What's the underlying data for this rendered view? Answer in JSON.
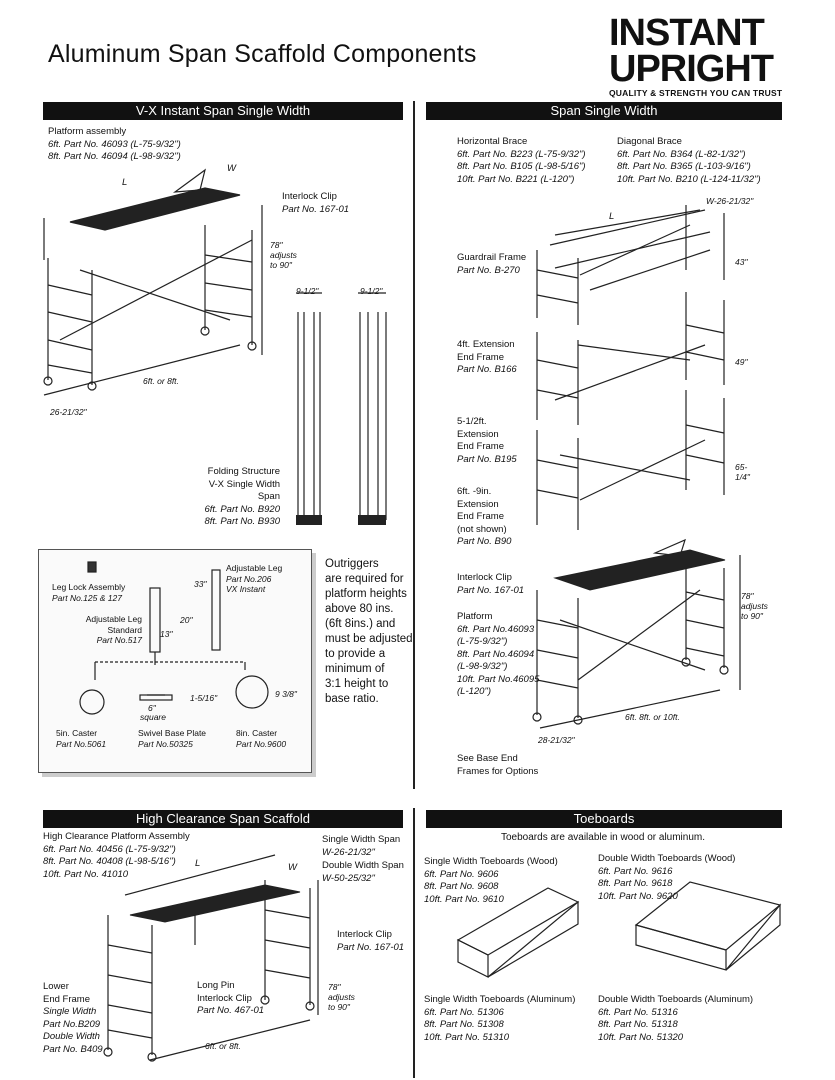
{
  "header": {
    "title": "Aluminum Span Scaffold Components",
    "logo_line1": "INSTANT",
    "logo_line2": "UPRIGHT",
    "tagline": "QUALITY & STRENGTH YOU CAN TRUST"
  },
  "vx": {
    "bar": "V-X Instant Span Single Width",
    "platform": [
      "Platform assembly",
      "6ft. Part No. 46093 (L-75-9/32\")",
      "8ft. Part No. 46094 (L-98-9/32\")"
    ],
    "W": "W",
    "L": "L",
    "interlock": [
      "Interlock Clip",
      "Part No. 167-01"
    ],
    "height": [
      "78\"",
      "adjusts",
      "to 90\""
    ],
    "length": "6ft. or 8ft.",
    "width": "26-21/32\"",
    "dim_a": "9-1/2\"",
    "dim_b": "9-1/2\"",
    "folding": [
      "Folding Structure",
      "V-X Single Width Span",
      "6ft. Part No. B920",
      "8ft. Part No. B930"
    ]
  },
  "legs": {
    "leg_lock": [
      "Leg Lock Assembly",
      "Part No.125 & 127"
    ],
    "adj_leg": [
      "Adjustable Leg",
      "Part No.206",
      "VX Instant"
    ],
    "adj_std": [
      "Adjustable Leg",
      "Standard",
      "Part No.517"
    ],
    "dim33": "33\"",
    "dim20": "20\"",
    "dim13": "13\"",
    "dim516": "1-5/16\"",
    "dim6": "6\"",
    "square": "square",
    "dim938": "9 3/8\"",
    "caster5": [
      "5in. Caster",
      "Part No.5061"
    ],
    "swivel": [
      "Swivel Base Plate",
      "Part No.50325"
    ],
    "caster8": [
      "8in. Caster",
      "Part No.9600"
    ]
  },
  "outriggers": [
    "Outriggers",
    "are required for",
    "platform heights",
    "above 80 ins.",
    "(6ft 8ins.) and",
    "must be adjusted",
    "to provide a",
    "minimum of",
    "3:1 height to",
    "base ratio."
  ],
  "span": {
    "bar": "Span Single Width",
    "hbrace": [
      "Horizontal Brace",
      "6ft. Part No. B223 (L-75-9/32\")",
      "8ft. Part No. B105 (L-98-5/16\")",
      "10ft. Part No. B221 (L-120\")"
    ],
    "dbrace": [
      "Diagonal Brace",
      "6ft. Part No. B364 (L-82-1/32\")",
      "8ft. Part No. B365 (L-103-9/16\")",
      "10ft. Part No. B210 (L-124-11/32\")"
    ],
    "wdim": "W-26-21/32\"",
    "L": "L",
    "guard": [
      "Guardrail Frame",
      "Part No. B-270"
    ],
    "d43": "43\"",
    "d49": "49\"",
    "d65": [
      "65-",
      "1/4\""
    ],
    "ext4": [
      "4ft. Extension",
      "End Frame",
      "Part No. B166"
    ],
    "ext5": [
      "5-1/2ft.",
      "Extension",
      "End Frame",
      "Part No. B195"
    ],
    "ext6": [
      "6ft. -9in.",
      "Extension",
      "End Frame",
      "(not shown)",
      "Part No. B90"
    ],
    "interlock": [
      "Interlock Clip",
      "Part No. 167-01"
    ],
    "platform": [
      "Platform",
      "6ft. Part No.46093",
      "(L-75-9/32\")",
      "8ft. Part No.46094",
      "(L-98-9/32\")",
      "10ft. Part No.46095",
      "(L-120\")"
    ],
    "height": [
      "78\"",
      "adjusts",
      "to 90\""
    ],
    "length": "6ft. 8ft. or 10ft.",
    "width": "28-21/32\"",
    "see": [
      "See Base End",
      "Frames for Options"
    ]
  },
  "high": {
    "bar": "High Clearance Span Scaffold",
    "platform": [
      "High Clearance Platform Assembly",
      "6ft. Part No. 40456 (L-75-9/32\")",
      "8ft. Part No. 40408 (L-98-5/16\")",
      "10ft. Part No. 41010"
    ],
    "single": [
      "Single Width Span",
      "W-26-21/32\""
    ],
    "double": [
      "Double Width Span",
      "W-50-25/32\""
    ],
    "L": "L",
    "W": "W",
    "interlock": [
      "Interlock Clip",
      "Part No. 167-01"
    ],
    "lower": [
      "Lower",
      "End Frame",
      "Single Width",
      "Part No.B209",
      "Double Width",
      "Part No. B409"
    ],
    "longpin": [
      "Long Pin",
      "Interlock Clip",
      "Part No. 467-01"
    ],
    "height": [
      "78\"",
      "adjusts",
      "to 90\""
    ],
    "length": "6ft. or 8ft."
  },
  "toe": {
    "bar": "Toeboards",
    "sub": "Toeboards are available in wood or aluminum.",
    "sw_wood": [
      "Single Width Toeboards (Wood)",
      "6ft. Part No. 9606",
      "8ft. Part No. 9608",
      "10ft. Part No. 9610"
    ],
    "dw_wood": [
      "Double Width Toeboards (Wood)",
      "6ft. Part No. 9616",
      "8ft. Part No. 9618",
      "10ft. Part No. 9620"
    ],
    "sw_al": [
      "Single Width Toeboards (Aluminum)",
      "6ft. Part No. 51306",
      "8ft. Part No. 51308",
      "10ft. Part No. 51310"
    ],
    "dw_al": [
      "Double Width Toeboards (Aluminum)",
      "6ft. Part No. 51316",
      "8ft. Part No. 51318",
      "10ft. Part No. 51320"
    ]
  }
}
